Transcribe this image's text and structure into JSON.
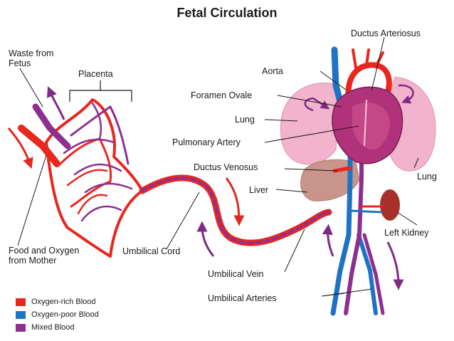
{
  "title": "Fetal Circulation",
  "labels": {
    "waste": "Waste from Fetus",
    "placenta": "Placenta",
    "food": "Food and Oxygen from Mother",
    "umbilical_cord": "Umbilical Cord",
    "ductus_arteriosus": "Ductus Arteriosus",
    "aorta": "Aorta",
    "foramen_ovale": "Foramen Ovale",
    "lung_left": "Lung",
    "pulmonary_artery": "Pulmonary Artery",
    "ductus_venosus": "Ductus Venosus",
    "liver": "Liver",
    "lung_right": "Lung",
    "left_kidney": "Left Kidney",
    "umbilical_vein": "Umbilical Vein",
    "umbilical_arteries": "Umbilical Arteries"
  },
  "legend": [
    {
      "label": "Oxygen-rich Blood",
      "color": "#e8271f"
    },
    {
      "label": "Oxygen-poor Blood",
      "color": "#1f73c4"
    },
    {
      "label": "Mixed Blood",
      "color": "#8e2f8f"
    }
  ],
  "colors": {
    "oxygen_rich": "#e8271f",
    "oxygen_poor": "#1f73c4",
    "mixed": "#8e2f8f",
    "lung": "#f2b3cc",
    "liver": "#c9948a",
    "kidney": "#a8302a",
    "heart": "#b0327a",
    "arrow_red": "#e02820",
    "arrow_purple": "#7e2a86"
  }
}
